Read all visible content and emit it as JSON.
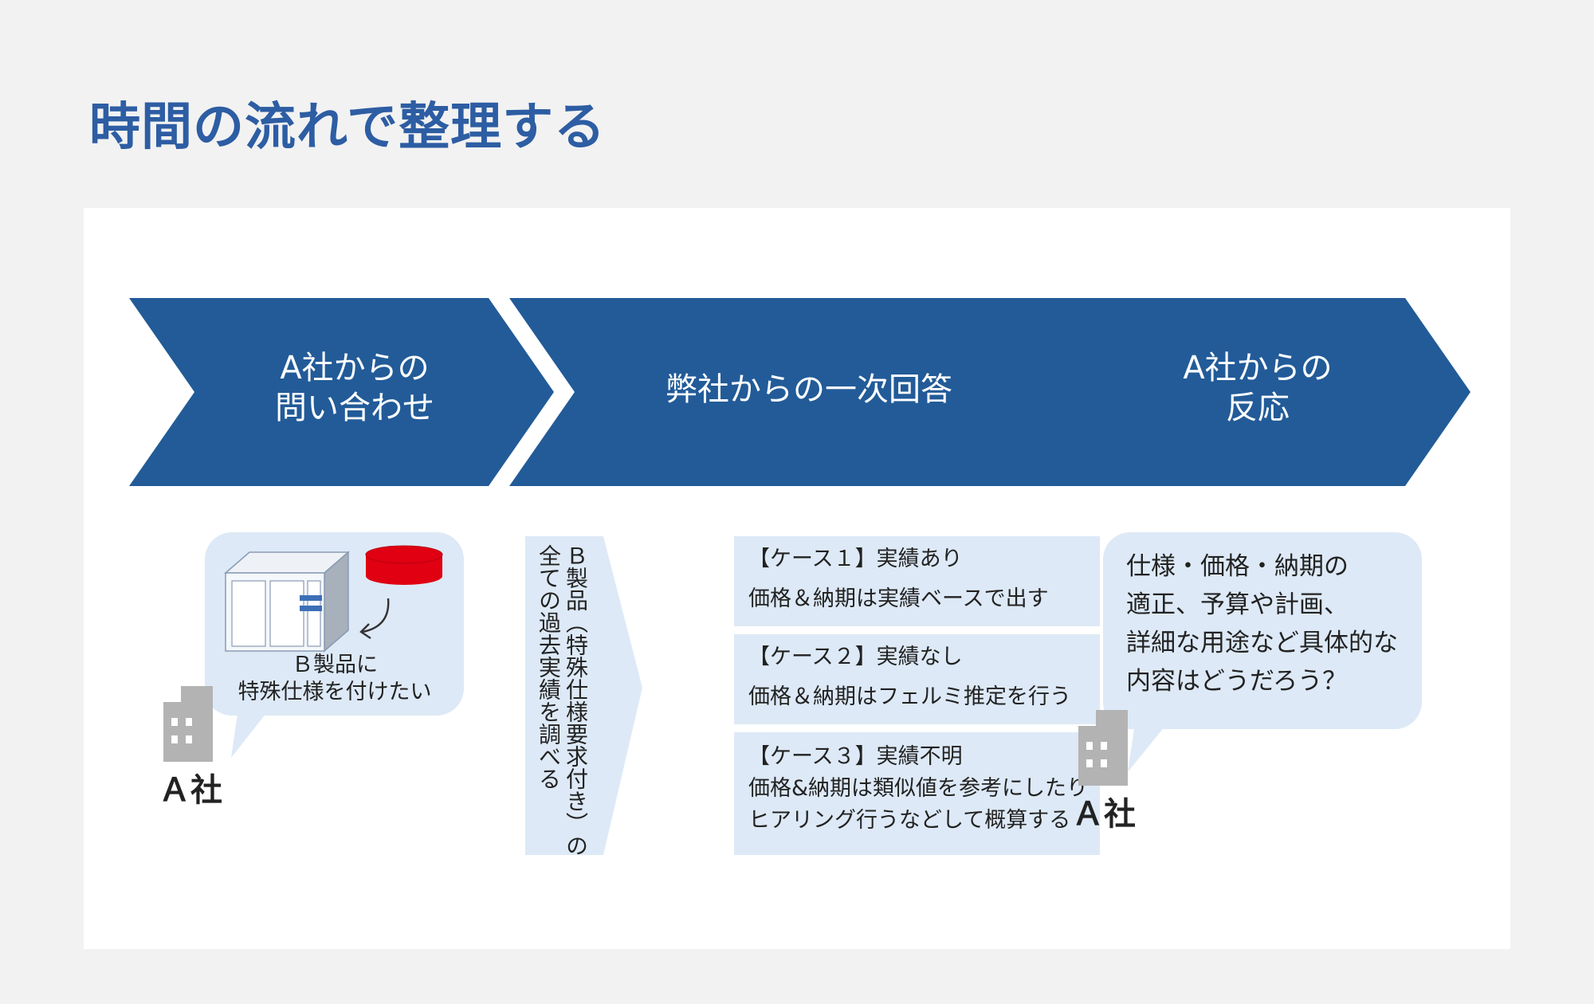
{
  "page": {
    "title": "時間の流れで整理する"
  },
  "colors": {
    "accent": "#2d5da3",
    "chevron": "#225b98",
    "bubble": "#dde9f6",
    "cylinder": "#e00012",
    "building": "#b3b3b3"
  },
  "flow": {
    "steps": [
      {
        "lines": [
          "A社からの",
          "問い合わせ"
        ]
      },
      {
        "lines": [
          "弊社からの一次回答"
        ]
      },
      {
        "lines": [
          "A社からの",
          "反応"
        ]
      }
    ]
  },
  "inquiry": {
    "bubble_lines": [
      "Ｂ製品に",
      "特殊仕様を付けたい"
    ],
    "company": "Ａ社"
  },
  "response": {
    "vertical_lines": [
      "Ｂ製品（特殊仕様要求付き）の",
      "全ての過去実績を調べる"
    ],
    "cases": [
      {
        "title": "【ケース１】実績あり",
        "body": [
          "価格＆納期は実績ベースで出す"
        ]
      },
      {
        "title": "【ケース２】実績なし",
        "body": [
          "価格＆納期はフェルミ推定を行う"
        ]
      },
      {
        "title": "【ケース３】実績不明",
        "body": [
          "価格&納期は類似値を参考にしたり",
          "ヒアリング行うなどして概算する"
        ]
      }
    ]
  },
  "reaction": {
    "bubble_lines": [
      "仕様・価格・納期の",
      "適正、予算や計画、",
      "詳細な用途など具体的な",
      "内容はどうだろう？"
    ],
    "company": "Ａ社"
  },
  "icons": {
    "machine": "machine-icon",
    "cylinder": "cylinder-icon",
    "arrow": "curved-arrow-icon",
    "building": "building-icon"
  }
}
